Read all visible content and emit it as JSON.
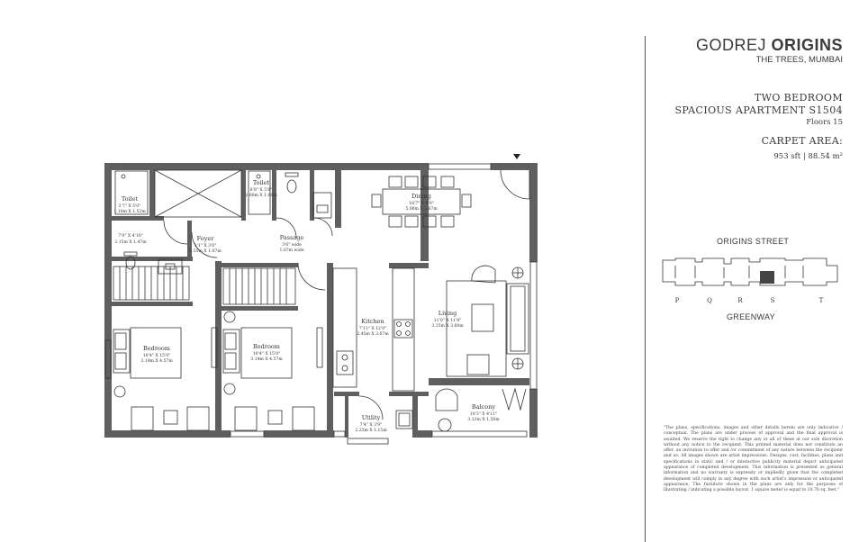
{
  "brand": {
    "name_light": "GODREJ ",
    "name_bold": "ORIGINS",
    "subtitle": "THE TREES, MUMBAI"
  },
  "unit": {
    "type_line1": "TWO BEDROOM",
    "type_line2": "SPACIOUS APARTMENT S1504",
    "floors": "Floors 15",
    "carpet_area_label": "CARPET AREA:",
    "carpet_area_value": "953 sft | 88.54 m²"
  },
  "keyplan": {
    "top_label": "ORIGINS STREET",
    "bottom_label": "GREENWAY",
    "letters": [
      "P",
      "Q",
      "R",
      "S",
      "T"
    ]
  },
  "rooms": {
    "toilet1": {
      "name": "Toilet",
      "dim1": "3'7\" X 5'0\"",
      "dim2": "1.10m X 1.52m"
    },
    "toilet2": {
      "name": "Toilet",
      "dim1": "8'8\" X 5'8\"",
      "dim2": "2.60m X 1.60m"
    },
    "powder": {
      "dim1": "7'0\" X 4'10\"",
      "dim2": "2.15m X 1.47m"
    },
    "foyer": {
      "name": "Foyer",
      "dim1": "5'1\" X 3'6\"",
      "dim2": "1.55m X 1.07m"
    },
    "passage": {
      "name": "Passage",
      "dim1": "3'6\" wide",
      "dim2": "1.07m wide"
    },
    "dining": {
      "name": "Dining",
      "dim1": "16'7\" X 8'9\"",
      "dim2": "5.06m X 2.67m"
    },
    "kitchen": {
      "name": "Kitchen",
      "dim1": "7'11\" X 12'0\"",
      "dim2": "2.45m X 3.67m"
    },
    "living": {
      "name": "Living",
      "dim1": "11'0\" X 11'8\"",
      "dim2": "3.35m X 3.60m"
    },
    "bedroom1": {
      "name": "Bedroom",
      "dim1": "10'4\" X 15'0\"",
      "dim2": "3.14m X 4.57m"
    },
    "bedroom2": {
      "name": "Bedroom",
      "dim1": "10'4\" X 15'0\"",
      "dim2": "3.14m X 4.57m"
    },
    "utility": {
      "name": "Utility",
      "dim1": "7'4\" X 3'9\"",
      "dim2": "2.25m X 1.15m"
    },
    "balcony": {
      "name": "Balcony",
      "dim1": "10'3\" X 4'11\"",
      "dim2": "3.12m X 1.50m"
    }
  },
  "disclaimer": "\"The plans, specifications, images and other details herein are only indicative / conceptual. The plans are under process of approval and the final approval is awaited. We reserve the right to change any or all of these at our sole discretion without any notice to the recipient. This printed material does not constitute an offer, an invitation to offer and /or commitment of any nature between the recipient and us. All images shown are artist impressions. Designs, cost, facilities, plans and specifications in static and / or interactive publicity material depict anticipated appearance of completed development. This information is presented as general information and no warranty is expressly or impliedly given that the completed development will comply in any degree with such artist's impression or anticipated appearance. The furniture shown in the plans are only for the purposes of illustrating / indicating a possible layout. 1 square meter is equal to 10.76 sq. feet.\"",
  "colors": {
    "wall": "#5f5f5f",
    "line": "#333333",
    "text": "#3a3a3a"
  },
  "icons": {
    "entrance": "triangle-down-icon"
  }
}
